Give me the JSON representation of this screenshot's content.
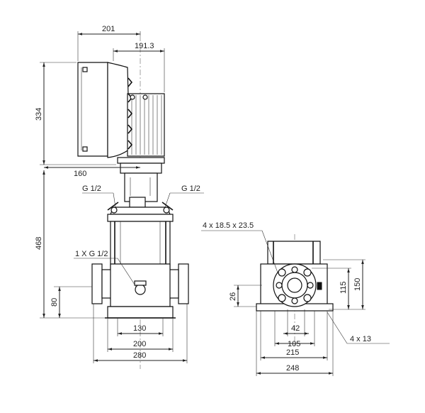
{
  "drawing": {
    "front_view": {
      "width_top": "201",
      "width_motor": "191.3",
      "height_motor": "334",
      "width_mid": "160",
      "port_left": "G 1/2",
      "port_right": "G 1/2",
      "height_pump": "468",
      "inlet_label": "1 X G 1/2",
      "height_inlet": "80",
      "width_base_inner": "130",
      "width_base": "200",
      "width_base_outer": "280"
    },
    "side_view": {
      "slot_label": "4 x 18.5 x 23.5",
      "height_base": "26",
      "flange_h1": "115",
      "flange_h2": "150",
      "width_42": "42",
      "width_105": "105",
      "width_215": "215",
      "width_248": "248",
      "bolt_label": "4 x 13"
    }
  }
}
